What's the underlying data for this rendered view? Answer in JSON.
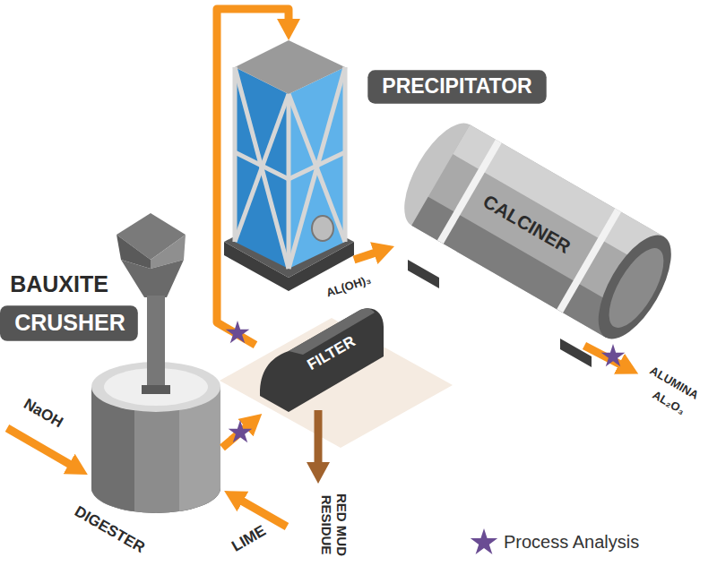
{
  "diagram": {
    "nodes": [
      {
        "text": [
          "PRECIPITATOR"
        ]
      },
      {
        "text": [
          "CALCINER"
        ]
      },
      {
        "text": [
          "BAUXITE",
          "CRUSHER"
        ]
      },
      {
        "text": [
          "FILTER"
        ]
      },
      {
        "text": [
          "DIGESTER"
        ]
      }
    ],
    "edges": [
      {
        "from": 4,
        "to": 3,
        "arrow": "to"
      },
      {
        "from": 3,
        "to": 0,
        "arrow": "to"
      },
      {
        "from": 0,
        "to": 1,
        "label": "AL(OH)₃",
        "arrow": "to"
      }
    ],
    "labels": [
      "NaOH",
      "LIME",
      "RED MUD RESIDUE",
      "ALUMINA",
      "AL₂O₃"
    ],
    "legend": [
      {
        "text": "Process Analysis"
      }
    ]
  }
}
